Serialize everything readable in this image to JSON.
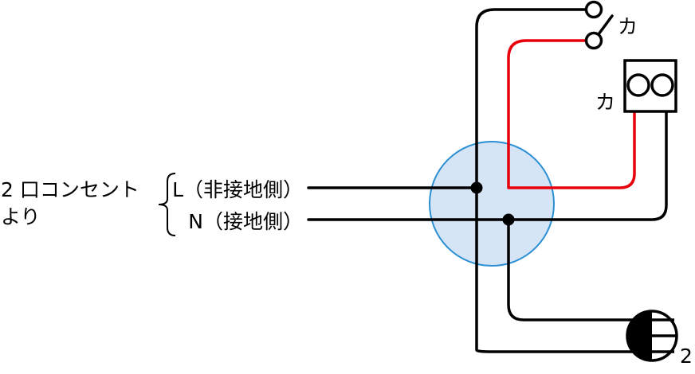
{
  "source_label": {
    "line1": "2 口コンセント",
    "line2": "より"
  },
  "wires": {
    "live_label": "L（非接地側）",
    "neutral_label": "N（接地側）"
  },
  "switch": {
    "label": "カ"
  },
  "pilot_lamp": {
    "label": "カ"
  },
  "outlet": {
    "label": "2"
  },
  "colors": {
    "wire": "#000000",
    "switched_wire": "#e8000b",
    "junction_box_fill": "#d5e5f6",
    "junction_box_stroke": "#2a8fd4"
  }
}
